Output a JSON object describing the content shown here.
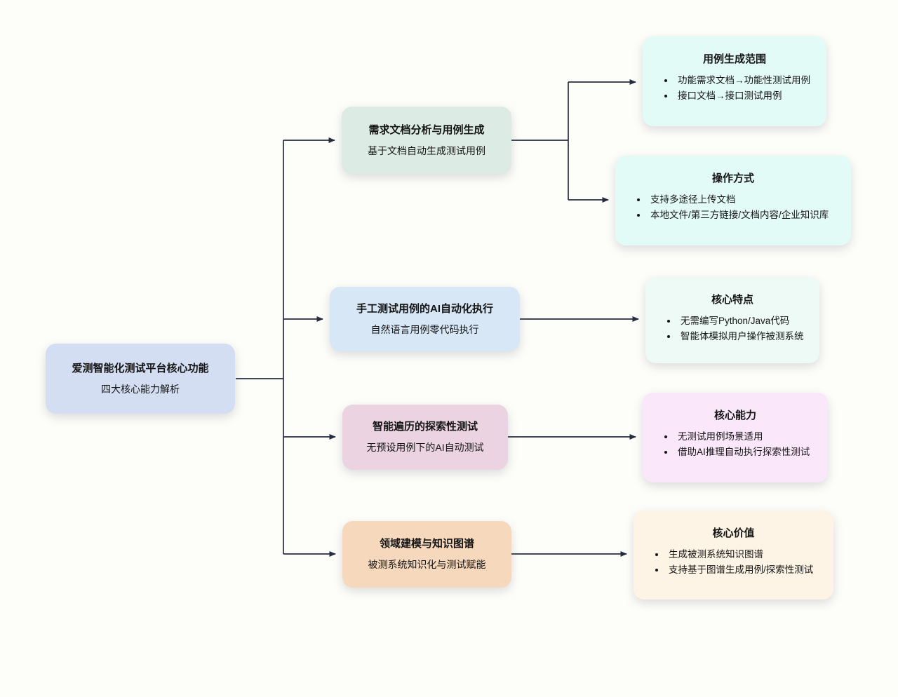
{
  "diagram": {
    "root": {
      "title": "爱测智能化测试平台核心功能",
      "subtitle": "四大核心能力解析",
      "bg": "#d3def3"
    },
    "branches": [
      {
        "title": "需求文档分析与用例生成",
        "subtitle": "基于文档自动生成测试用例",
        "bg": "#dcebe3"
      },
      {
        "title": "手工测试用例的AI自动化执行",
        "subtitle": "自然语言用例零代码执行",
        "bg": "#d8e7f6"
      },
      {
        "title": "智能遍历的探索性测试",
        "subtitle": "无预设用例下的AI自动测试",
        "bg": "#ebd3e1"
      },
      {
        "title": "领域建模与知识图谱",
        "subtitle": "被测系统知识化与测试赋能",
        "bg": "#f6d9bd"
      }
    ],
    "details": [
      {
        "title": "用例生成范围",
        "bg": "#e3fbf7",
        "bullets": [
          "功能需求文档→功能性测试用例",
          "接口文档→接口测试用例"
        ]
      },
      {
        "title": "操作方式",
        "bg": "#e3fbf7",
        "bullets": [
          "支持多途径上传文档",
          "本地文件/第三方链接/文档内容/企业知识库"
        ]
      },
      {
        "title": "核心特点",
        "bg": "#edfaf6",
        "bullets": [
          "无需编写Python/Java代码",
          "智能体模拟用户操作被测系统"
        ]
      },
      {
        "title": "核心能力",
        "bg": "#fbe7fa",
        "bullets": [
          "无测试用例场景适用",
          "借助AI推理自动执行探索性测试"
        ]
      },
      {
        "title": "核心价值",
        "bg": "#fdf4e6",
        "bullets": [
          "生成被测系统知识图谱",
          "支持基于图谱生成用例/探索性测试"
        ]
      }
    ],
    "line_color": "#262d3e"
  }
}
